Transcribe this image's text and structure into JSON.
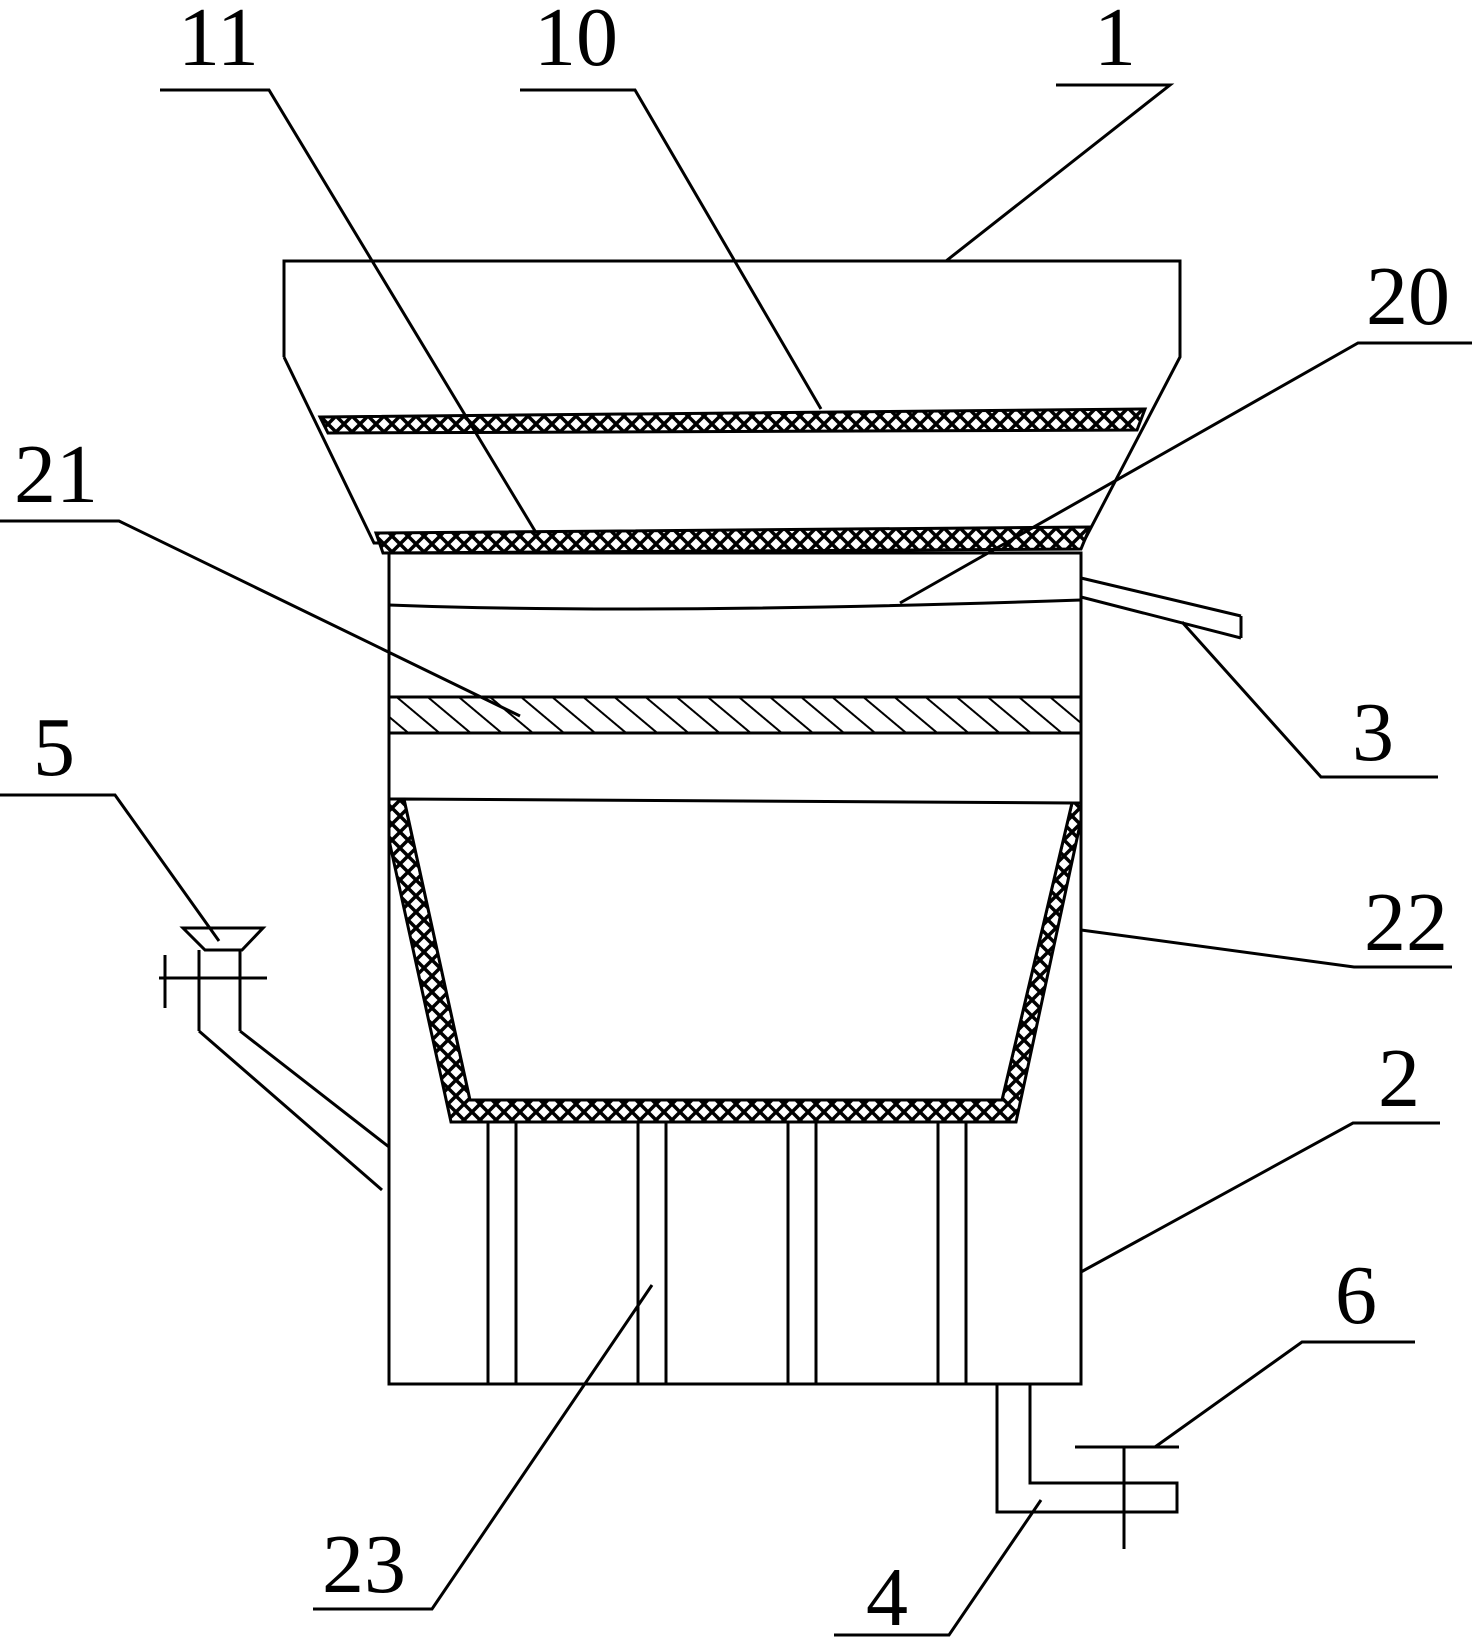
{
  "labels": {
    "l1": "1",
    "l2": "2",
    "l3": "3",
    "l4": "4",
    "l5": "5",
    "l6": "6",
    "l10": "10",
    "l11": "11",
    "l20": "20",
    "l21": "21",
    "l22": "22",
    "l23": "23"
  }
}
